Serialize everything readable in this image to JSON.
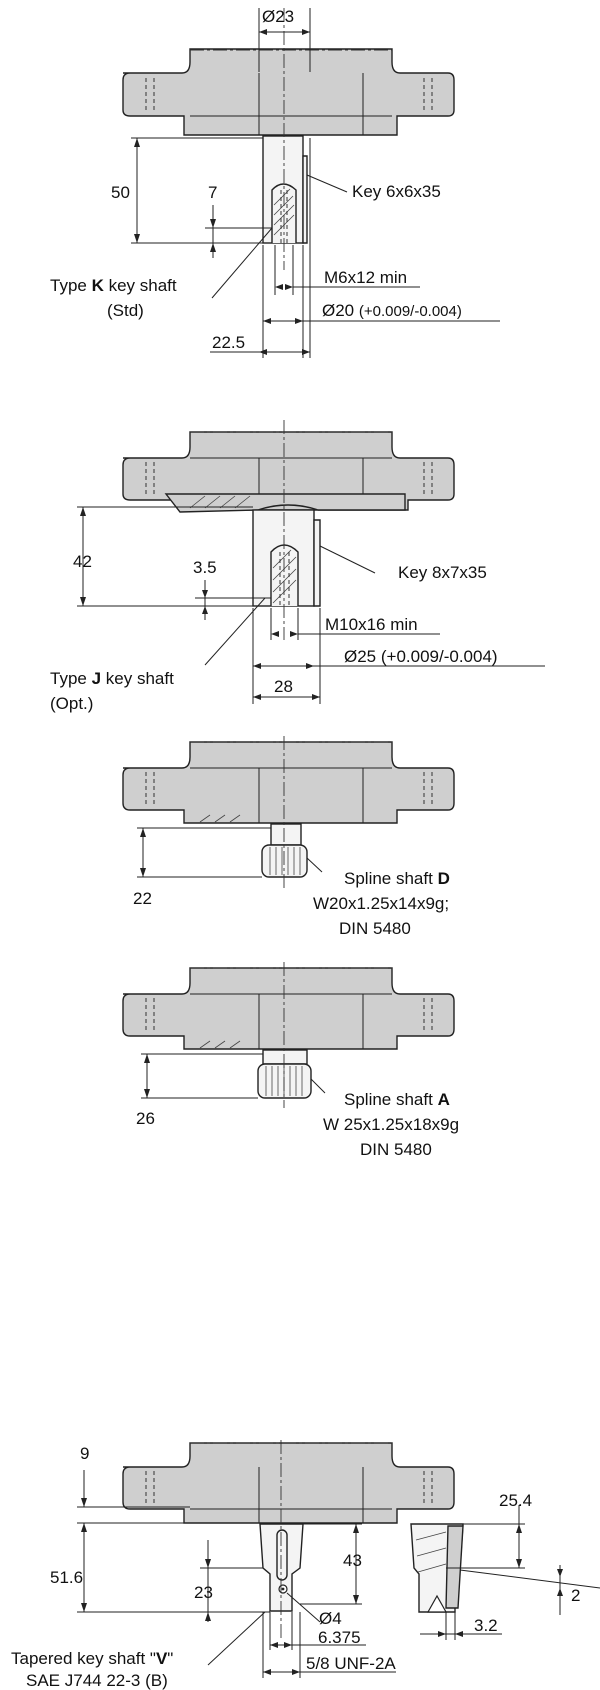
{
  "view1": {
    "dia_top": "Ø23",
    "len": "50",
    "depth": "7",
    "key": "Key 6x6x35",
    "thread": "M6x12 min",
    "dia": "Ø20",
    "tol": "(+0.009/-0.004)",
    "width": "22.5",
    "type_pre": "Type ",
    "type_bold": "K",
    "type_post": " key shaft",
    "type_note": "(Std)"
  },
  "view2": {
    "len": "42",
    "depth": "3.5",
    "key": "Key 8x7x35",
    "thread": "M10x16 min",
    "dia": "Ø25 (+0.009/-0.004)",
    "width": "28",
    "type_pre": "Type ",
    "type_bold": "J",
    "type_post": " key shaft",
    "type_note": "(Opt.)"
  },
  "view3": {
    "len": "22",
    "name_pre": "Spline shaft ",
    "name_bold": "D",
    "spec": "W20x1.25x14x9g;",
    "std": "DIN 5480"
  },
  "view4": {
    "len": "26",
    "name_pre": "Spline shaft ",
    "name_bold": "A",
    "spec": "W 25x1.25x18x9g",
    "std": "DIN 5480"
  },
  "view5": {
    "flange": "9",
    "total": "51.6",
    "key_len": "43",
    "pos": "23",
    "hole": "Ø4",
    "dia": "6.375",
    "thread": "5/8 UNF-2A",
    "side_len": "25.4",
    "side_w": "3.2",
    "side_h": "2",
    "type_pre": "Tapered key shaft \"",
    "type_bold": "V",
    "type_post": "\"",
    "std": "SAE J744 22-3 (B)"
  }
}
